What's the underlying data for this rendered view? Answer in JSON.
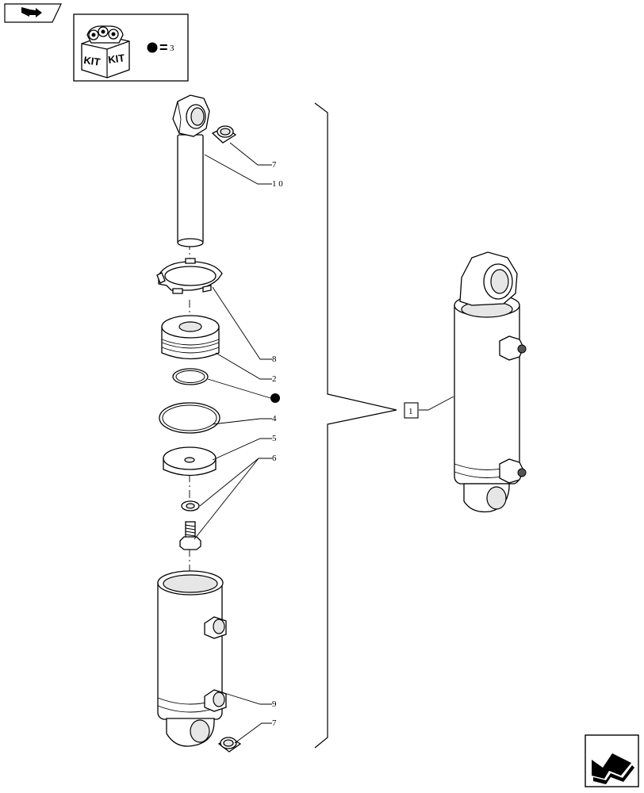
{
  "kit_box": {
    "kit_left": "KIT",
    "kit_right": "KIT",
    "equals": "=",
    "kit_number": "3"
  },
  "callouts": {
    "c7_top": "7",
    "c10": "1 0",
    "c8": "8",
    "c2": "2",
    "c4": "4",
    "c5": "5",
    "c6": "6",
    "c9": "9",
    "c7_bottom": "7",
    "assembly": "1"
  },
  "icons": {
    "top_left": "next-page-arrow-icon",
    "bottom_right": "previous-page-arrow-icon",
    "kit": "kit-box-icon",
    "kit_marker": "kit-dot-marker"
  }
}
